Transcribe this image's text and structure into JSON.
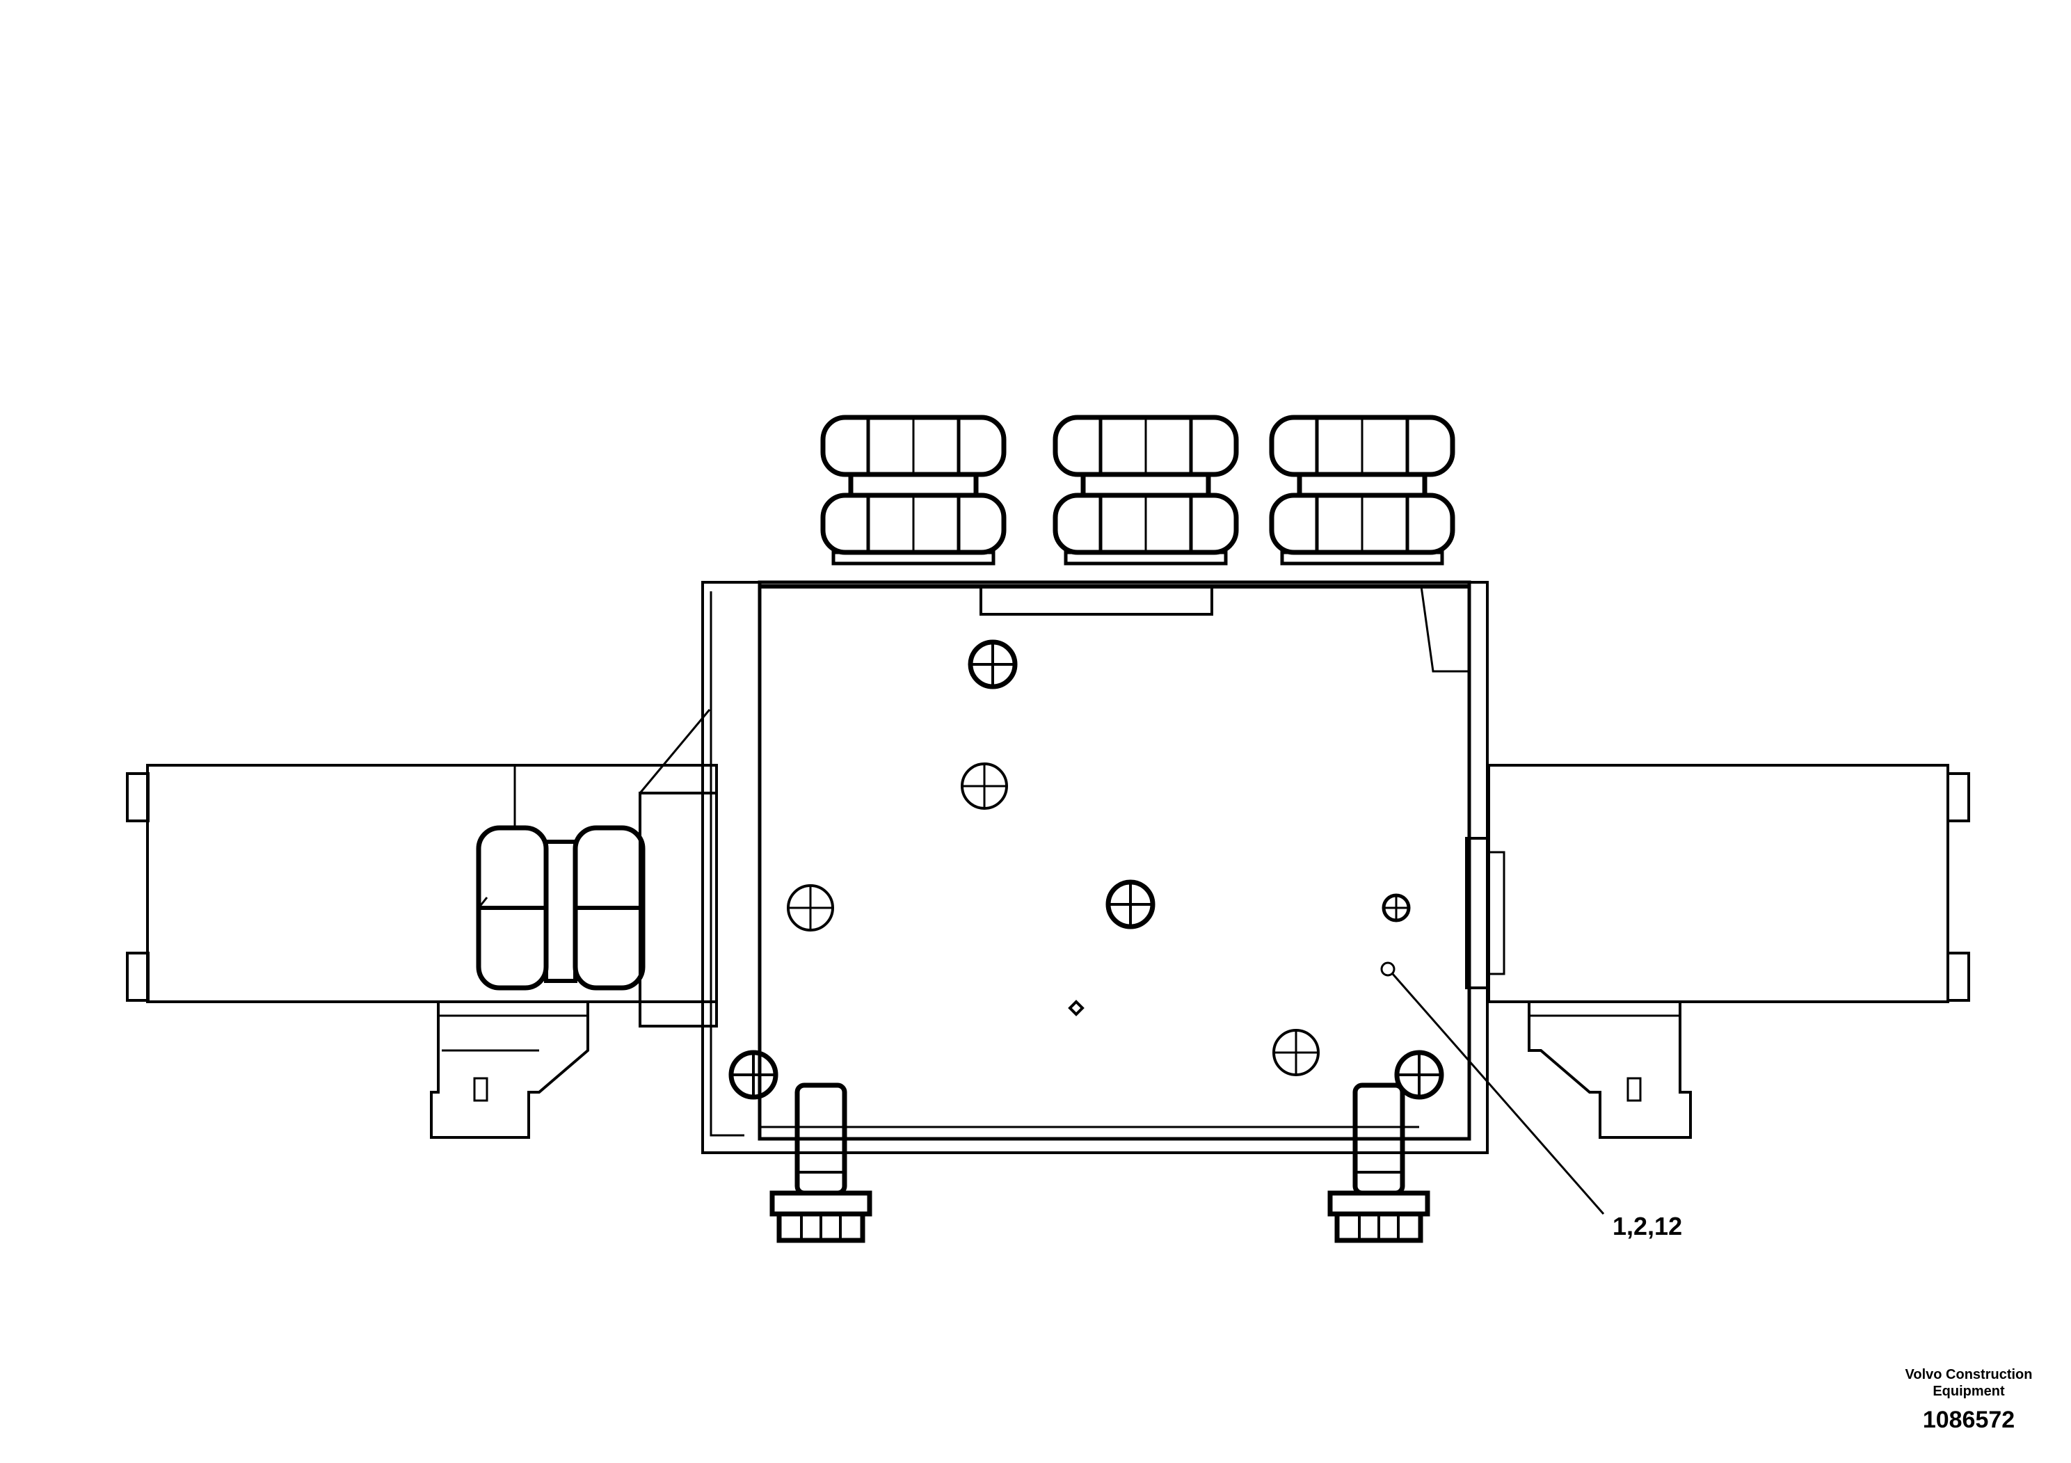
{
  "callout": {
    "label": "1,2,12"
  },
  "title_block": {
    "company": "Volvo Construction Equipment",
    "drawing_number": "1086572"
  }
}
